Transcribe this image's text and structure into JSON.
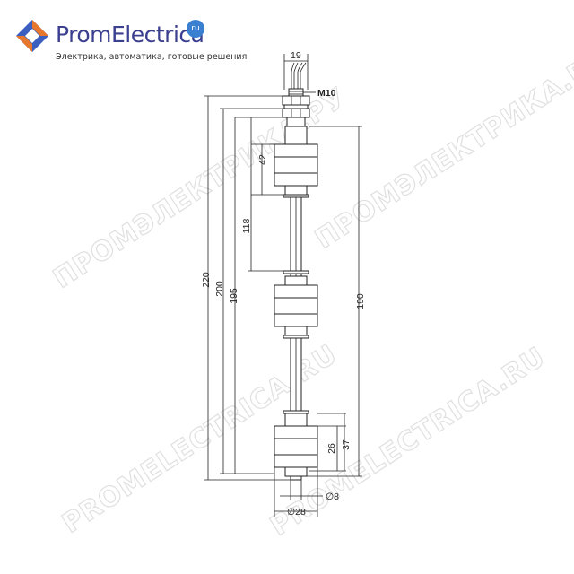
{
  "logo": {
    "brand": "PromElectrica",
    "badge": "ru",
    "tagline": "Электрика, автоматика, готовые решения",
    "colors": {
      "orange": "#e8772e",
      "blue": "#3b5fc0",
      "text": "#3b3f8f"
    }
  },
  "watermarks": [
    "ПРОМЭЛЕКТРИКА.РУ",
    "ПРОМЭЛЕКТРИКА.РУ",
    "PROMELECTRICA.RU",
    "PROMELECTRICA.RU"
  ],
  "dimensions": {
    "top_width": "19",
    "thread": "M10",
    "float_height_top": "42",
    "spacing": "118",
    "overall_220": "220",
    "overall_200": "200",
    "overall_195": "195",
    "overall_190": "190",
    "float_height_bottom": "26",
    "bottom_37": "37",
    "rod_diameter": "∅8",
    "float_diameter": "∅28"
  }
}
